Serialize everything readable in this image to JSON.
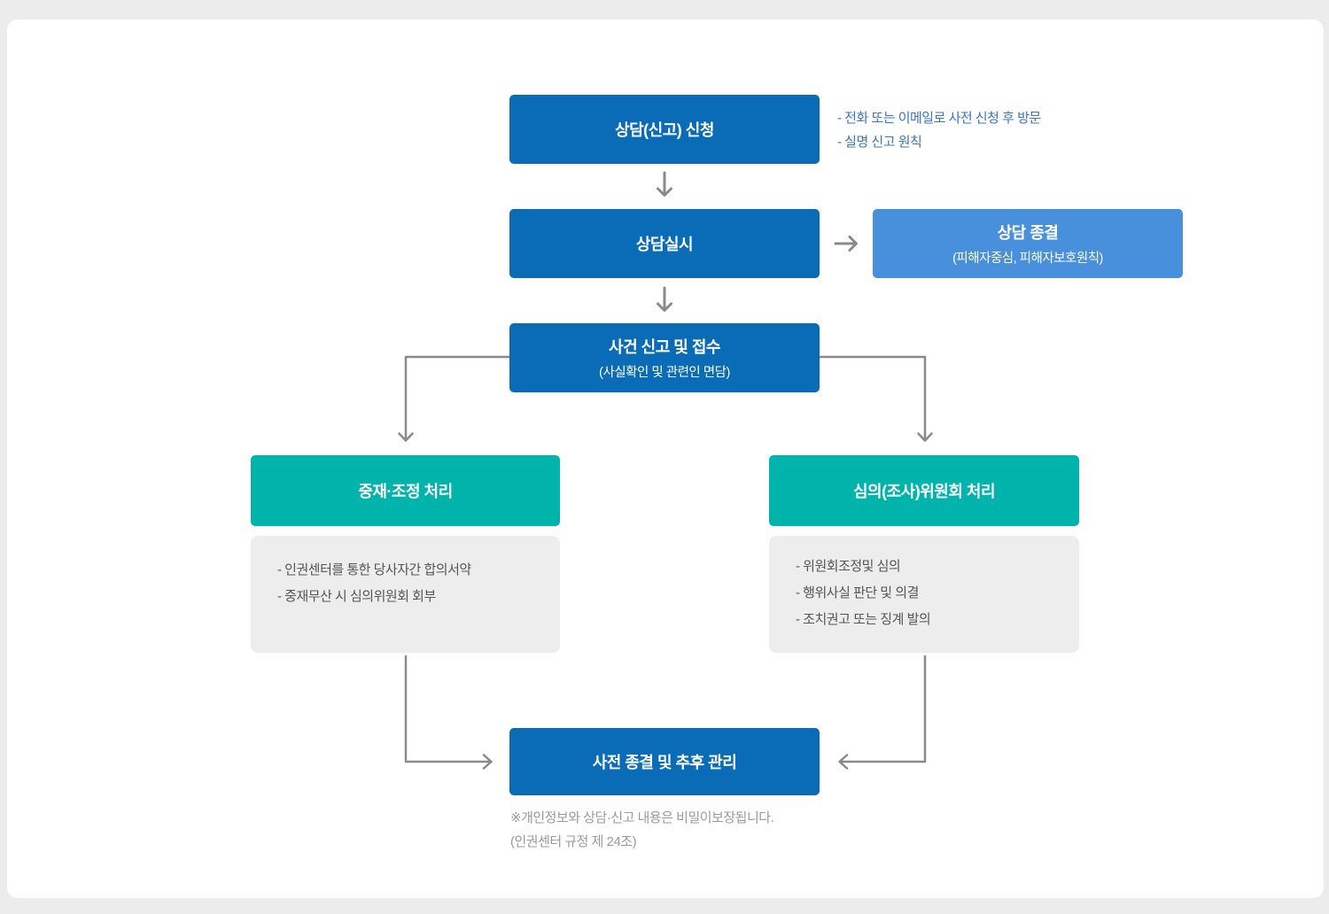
{
  "colors": {
    "page_background": "#ececec",
    "card_background": "#ffffff",
    "primary_blue": "#0a6cb6",
    "light_blue": "#4990dc",
    "teal": "#00b4ab",
    "gray_panel": "#ededed",
    "connector_gray": "#8a8a8a",
    "note_blue": "#3a74c4",
    "detail_text": "#555555",
    "footnote_text": "#9a9a9a"
  },
  "flow": {
    "step1": {
      "title": "상담(신고) 신청",
      "notes": [
        "- 전화 또는 이메일로 사전 신청 후 방문",
        "- 실명 신고 원칙"
      ]
    },
    "step2": {
      "title": "상담실시"
    },
    "step2_side": {
      "title": "상담 종결",
      "subtitle": "(피해자중심, 피해자보호원칙)"
    },
    "step3": {
      "title": "사건 신고 및 접수",
      "subtitle": "(사실확인 및 관련인 면담)"
    },
    "branch_left": {
      "title": "중재·조정 처리",
      "details": [
        "- 인권센터를 통한 당사자간 합의서약",
        "- 중재무산 시 심의위원회 회부"
      ]
    },
    "branch_right": {
      "title": "심의(조사)위원회 처리",
      "details": [
        "- 위원회조정및 심의",
        "- 행위사실 판단 및 의결",
        "- 조치권고 또는 징계 발의"
      ]
    },
    "final_step": {
      "title": "사전 종결 및 추후 관리"
    },
    "footnote": [
      "※개인정보와 상담·신고 내용은 비밀이보장됩니다.",
      "(인권센터 규정 제 24조)"
    ]
  }
}
